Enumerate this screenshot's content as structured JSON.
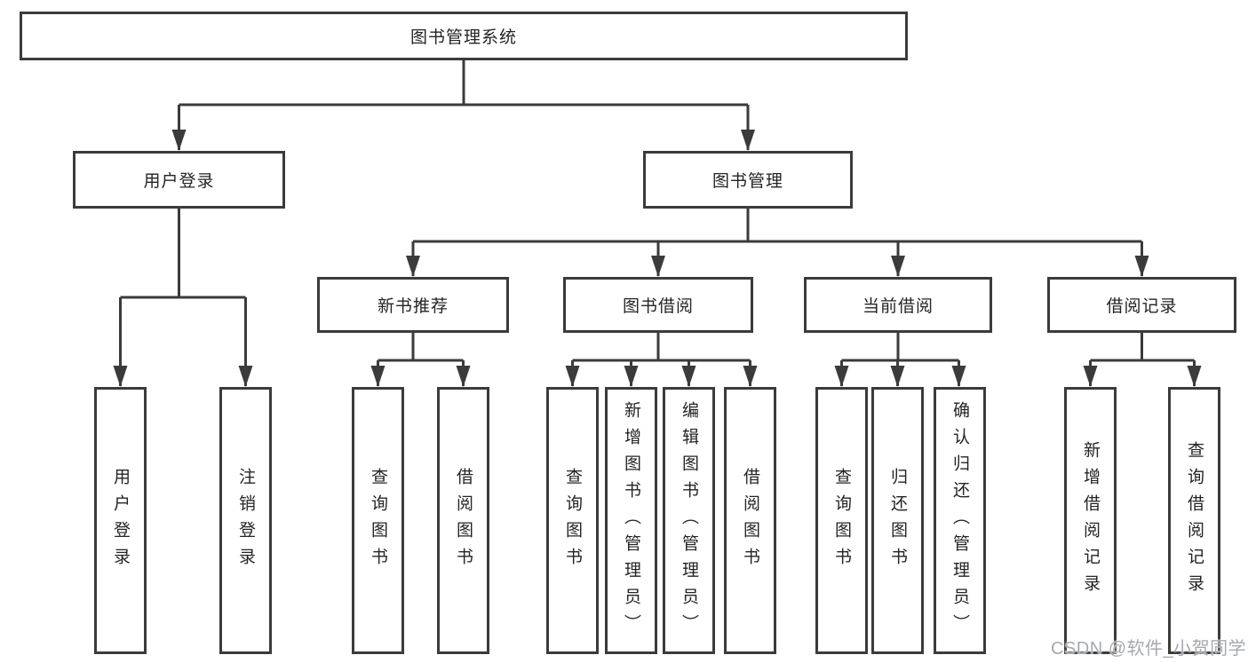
{
  "diagram": {
    "type": "hierarchy-chart",
    "title": "图书管理系统"
  },
  "nodes": {
    "root": {
      "label": "图书管理系统"
    },
    "user_login": {
      "label": "用户登录"
    },
    "book_mgmt": {
      "label": "图书管理"
    },
    "new_rec": {
      "label": "新书推荐"
    },
    "book_borrow": {
      "label": "图书借阅"
    },
    "current_borrow": {
      "label": "当前借阅"
    },
    "borrow_records": {
      "label": "借阅记录"
    },
    "leaves": [
      {
        "label": "用户登录"
      },
      {
        "label": "注销登录"
      },
      {
        "label": "查询图书"
      },
      {
        "label": "借阅图书"
      },
      {
        "label": "查询图书"
      },
      {
        "label": "新增图书（管理员）"
      },
      {
        "label": "编辑图书（管理员）"
      },
      {
        "label": "借阅图书"
      },
      {
        "label": "查询图书"
      },
      {
        "label": "归还图书"
      },
      {
        "label": "确认归还（管理员）"
      },
      {
        "label": "新增借阅记录"
      },
      {
        "label": "查询借阅记录"
      }
    ]
  },
  "edges": [
    [
      "root",
      "user_login"
    ],
    [
      "root",
      "book_mgmt"
    ],
    [
      "user_login",
      "leaf_0"
    ],
    [
      "user_login",
      "leaf_1"
    ],
    [
      "book_mgmt",
      "new_rec"
    ],
    [
      "book_mgmt",
      "book_borrow"
    ],
    [
      "book_mgmt",
      "current_borrow"
    ],
    [
      "book_mgmt",
      "borrow_records"
    ],
    [
      "new_rec",
      "leaf_2"
    ],
    [
      "new_rec",
      "leaf_3"
    ],
    [
      "book_borrow",
      "leaf_4"
    ],
    [
      "book_borrow",
      "leaf_5"
    ],
    [
      "book_borrow",
      "leaf_6"
    ],
    [
      "book_borrow",
      "leaf_7"
    ],
    [
      "current_borrow",
      "leaf_8"
    ],
    [
      "current_borrow",
      "leaf_9"
    ],
    [
      "current_borrow",
      "leaf_10"
    ],
    [
      "borrow_records",
      "leaf_11"
    ],
    [
      "borrow_records",
      "leaf_12"
    ]
  ],
  "watermark": {
    "text": "CSDN @软件_小贺同学"
  },
  "colors": {
    "line": "#3b3b3b",
    "box_fill": "#ffffff",
    "text": "#242424",
    "watermark": "#a6a9ad"
  }
}
